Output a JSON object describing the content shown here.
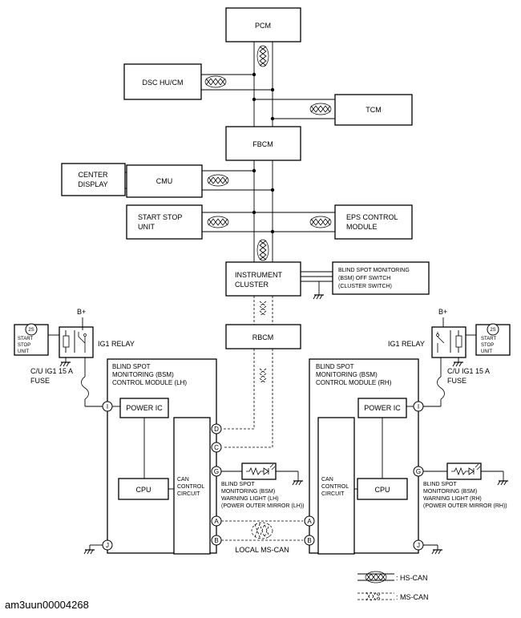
{
  "modules": {
    "pcm": "PCM",
    "dsc": "DSC HU/CM",
    "tcm": "TCM",
    "fbcm": "FBCM",
    "center_display": [
      "CENTER",
      "DISPLAY"
    ],
    "cmu": "CMU",
    "start_stop_unit": [
      "START STOP",
      "UNIT"
    ],
    "eps": [
      "EPS CONTROL",
      "MODULE"
    ],
    "instrument_cluster": [
      "INSTRUMENT",
      "CLUSTER"
    ],
    "bsm_switch": [
      "BLIND SPOT MONITORING",
      "(BSM) OFF SWITCH",
      "(CLUSTER SWITCH)"
    ],
    "rbcm": "RBCM"
  },
  "left_side": {
    "bplus": "B+",
    "start_stop_box": [
      "START",
      "STOP",
      "UNIT"
    ],
    "badge": "2S",
    "relay": "IG1 RELAY",
    "fuse": [
      "C/U IG1 15 A",
      "FUSE"
    ],
    "module_title": [
      "BLIND SPOT",
      "MONITORING (BSM)",
      "CONTROL MODULE (LH)"
    ],
    "power_ic": "POWER IC",
    "cpu": "CPU",
    "can": [
      "CAN",
      "CONTROL",
      "CIRCUIT"
    ],
    "warning_light": [
      "BLIND SPOT",
      "MONITORING (BSM)",
      "WARNING LIGHT (LH)",
      "(POWER OUTER MIRROR (LH))"
    ]
  },
  "right_side": {
    "bplus": "B+",
    "start_stop_box": [
      "START",
      "STOP",
      "UNIT"
    ],
    "badge": "2S",
    "relay": "IG1 RELAY",
    "fuse": [
      "C/U IG1 15 A",
      "FUSE"
    ],
    "module_title": [
      "BLIND SPOT",
      "MONITORING (BSM)",
      "CONTROL MODULE (RH)"
    ],
    "power_ic": "POWER IC",
    "cpu": "CPU",
    "can": [
      "CAN",
      "CONTROL",
      "CIRCUIT"
    ],
    "warning_light": [
      "BLIND SPOT",
      "MONITORING (BSM)",
      "WARNING LIGHT (RH)",
      "(POWER OUTER MIRROR (RH))"
    ]
  },
  "connectors": {
    "I": "I",
    "J": "J",
    "D": "D",
    "C": "C",
    "G": "G",
    "A": "A",
    "B": "B"
  },
  "local_bus": "LOCAL MS-CAN",
  "legend": {
    "hs": ": HS-CAN",
    "ms": ": MS-CAN"
  },
  "footer_id": "am3uun00004268"
}
